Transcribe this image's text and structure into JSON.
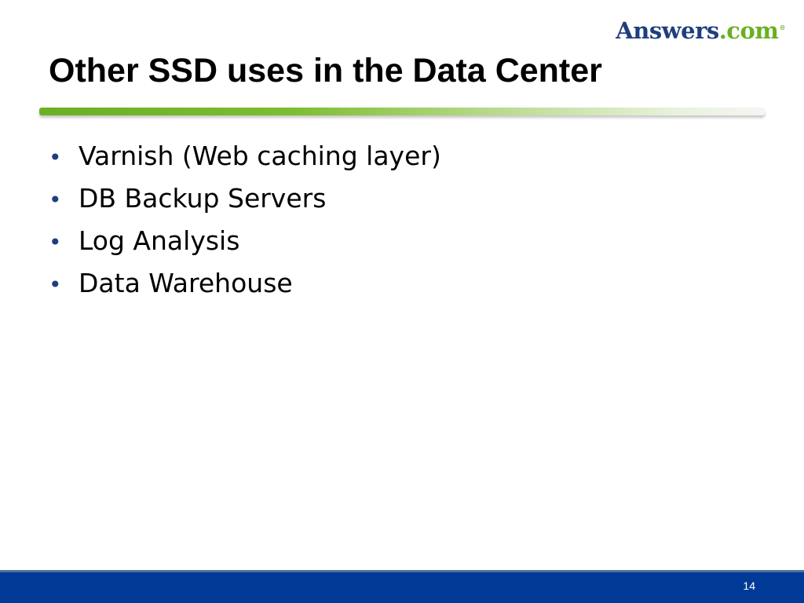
{
  "logo": {
    "brand": "Answers",
    "tld": ".com",
    "registered": "®"
  },
  "slide": {
    "title": "Other SSD uses in the Data Center",
    "bullets": [
      "Varnish (Web caching layer)",
      "DB Backup Servers",
      "Log Analysis",
      "Data Warehouse"
    ],
    "bullet_glyph": "•",
    "slide_number": "14"
  },
  "colors": {
    "brand_blue": "#1f3e7d",
    "brand_green": "#6ab023",
    "footer_blue": "#003a96"
  }
}
